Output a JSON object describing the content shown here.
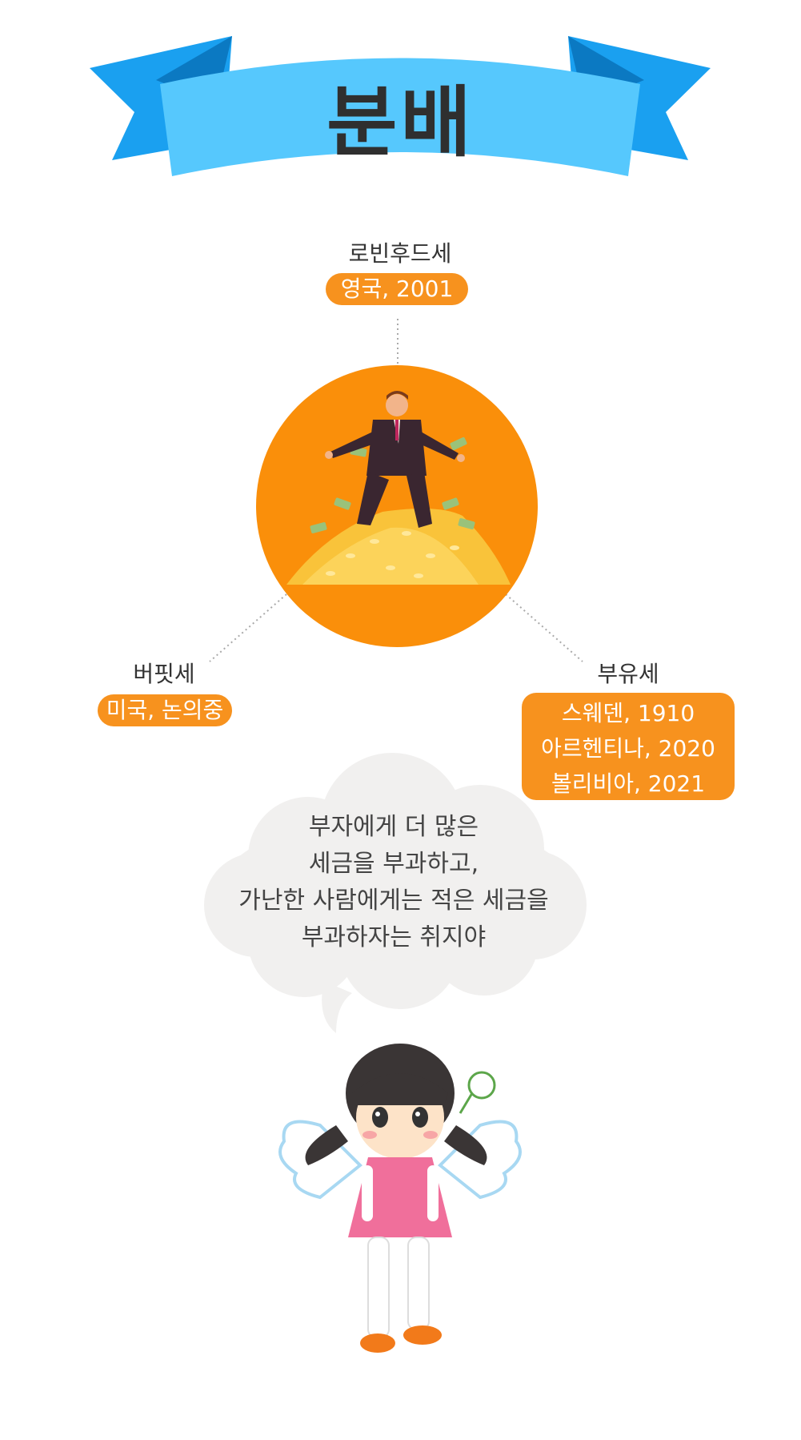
{
  "title": "분배",
  "colors": {
    "banner": "#54c8ff",
    "banner_dark": "#0e8fe0",
    "accent": "#f7921e"
  },
  "center_image": "man-on-gold-pile-illustration",
  "nodes": {
    "top": {
      "name": "로빈후드세",
      "detail": "영국, 2001"
    },
    "left": {
      "name": "버핏세",
      "detail": "미국, 논의중"
    },
    "right": {
      "name": "부유세",
      "details": [
        "스웨덴, 1910",
        "아르헨티나, 2020",
        "볼리비아, 2021"
      ]
    }
  },
  "speech": {
    "lines": [
      "부자에게 더 많은",
      "세금을 부과하고,",
      "가난한 사람에게는 적은 세금을",
      "부과하자는 취지야"
    ]
  },
  "character": "angel-girl-illustration"
}
